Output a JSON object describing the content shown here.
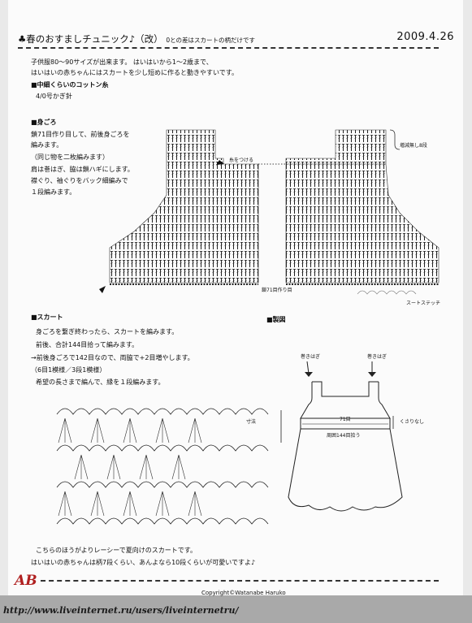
{
  "header": {
    "title": "♣春のおすましチュニック♪（改）",
    "title_note": "0との差はスカートの柄だけです",
    "date": "2009.4.26"
  },
  "intro": {
    "line1": "子供服80～90サイズが出来ます。 はいはいから1～2歳まで、",
    "line2": "はいはいの赤ちゃんにはスカートを少し短めに作ると動きやすいです。",
    "materials_heading": "■中細くらいのコットン糸",
    "hook": "4/0号かぎ針"
  },
  "bodice": {
    "heading": "■身ごろ",
    "lines": [
      "鎖71目作り目して、前後身ごろを",
      "編みます。",
      "（同じ物を二枚編みます）",
      "肩は巻はぎ、脇は鎖ハギにします。",
      "襟ぐり、袖ぐりをバック細編みで",
      "１段編みます。"
    ],
    "label_mark": "糸をつける",
    "label_rows": "増減無し8段",
    "label_chain": "鎖71目作り目",
    "label_back": "スートステッチ"
  },
  "skirt": {
    "heading": "■スカート",
    "lines": [
      "身ごろを繋ぎ終わったら、スカートを編みます。",
      "前後、合計144目拾って編みます。",
      "→前後身ごろで142目なので、両脇で+2目増やします。",
      "（6目1模様／3段1模様）",
      "希望の長さまで編んで、縁を１段編みます。"
    ]
  },
  "diagram": {
    "heading": "■製図",
    "strap_left": "巻きはぎ",
    "strap_right": "巻きはぎ",
    "width_label": "71目",
    "hem_label": "周囲144目拾う",
    "side_left": "寸法",
    "side_right": "くさりなし"
  },
  "closing": {
    "line1": "こちらのほうがよりレーシーで夏向けのスカートです。",
    "line2": "はいはいの赤ちゃんは柄7段くらい、あんよなら10段くらいが可愛いですよ♪"
  },
  "footer": {
    "logo": "AB",
    "copyright": "Copyright©Watanabe Haruko",
    "url": "http://www.liveinternet.ru/users/liveinternetru/"
  }
}
